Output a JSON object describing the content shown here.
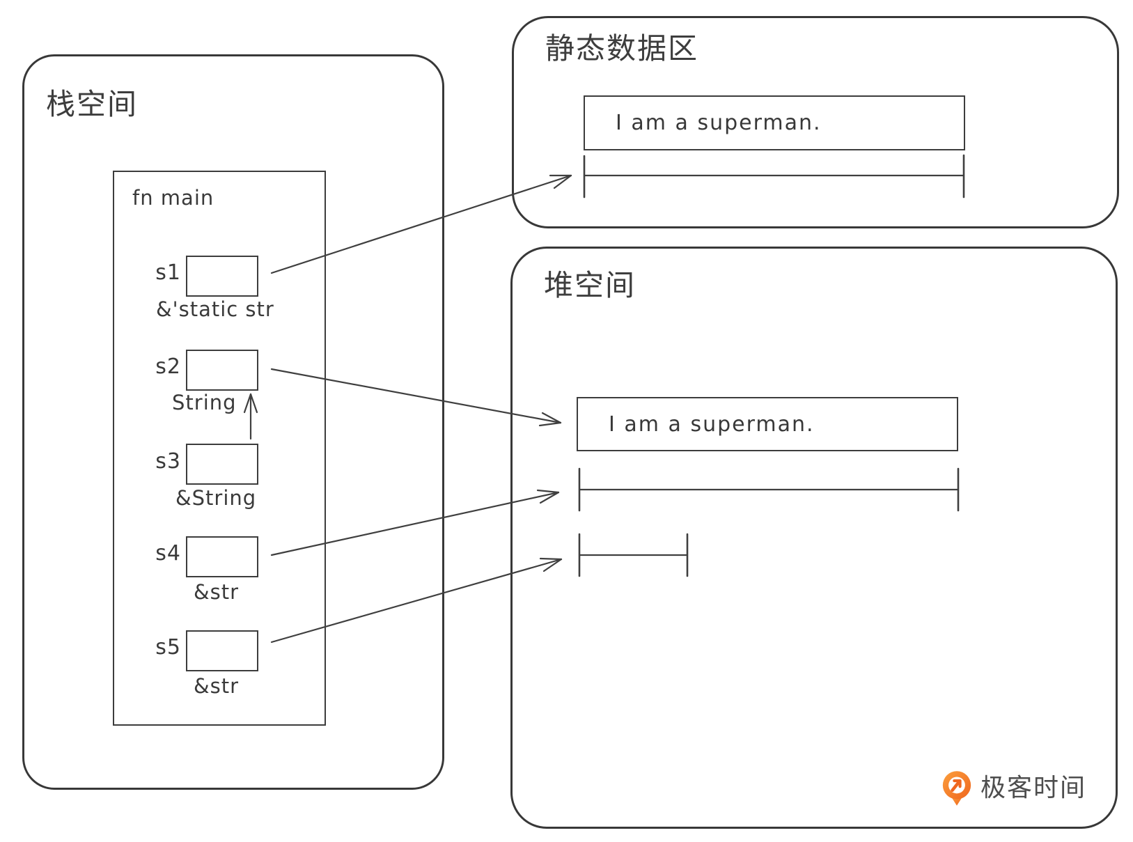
{
  "stack": {
    "title": "栈空间",
    "frame_label": "fn main",
    "vars": [
      {
        "name": "s1",
        "type": "&'static str"
      },
      {
        "name": "s2",
        "type": "String"
      },
      {
        "name": "s3",
        "type": "&String"
      },
      {
        "name": "s4",
        "type": "&str"
      },
      {
        "name": "s5",
        "type": "&str"
      }
    ]
  },
  "static_area": {
    "title": "静态数据区",
    "string_value": "I am a superman."
  },
  "heap": {
    "title": "堆空间",
    "string_value": "I am a superman."
  },
  "logo": {
    "text": "极客时间",
    "brand_color": "#F5791F"
  },
  "colors": {
    "line": "#3f3f3f",
    "text": "#3d3d3d"
  }
}
